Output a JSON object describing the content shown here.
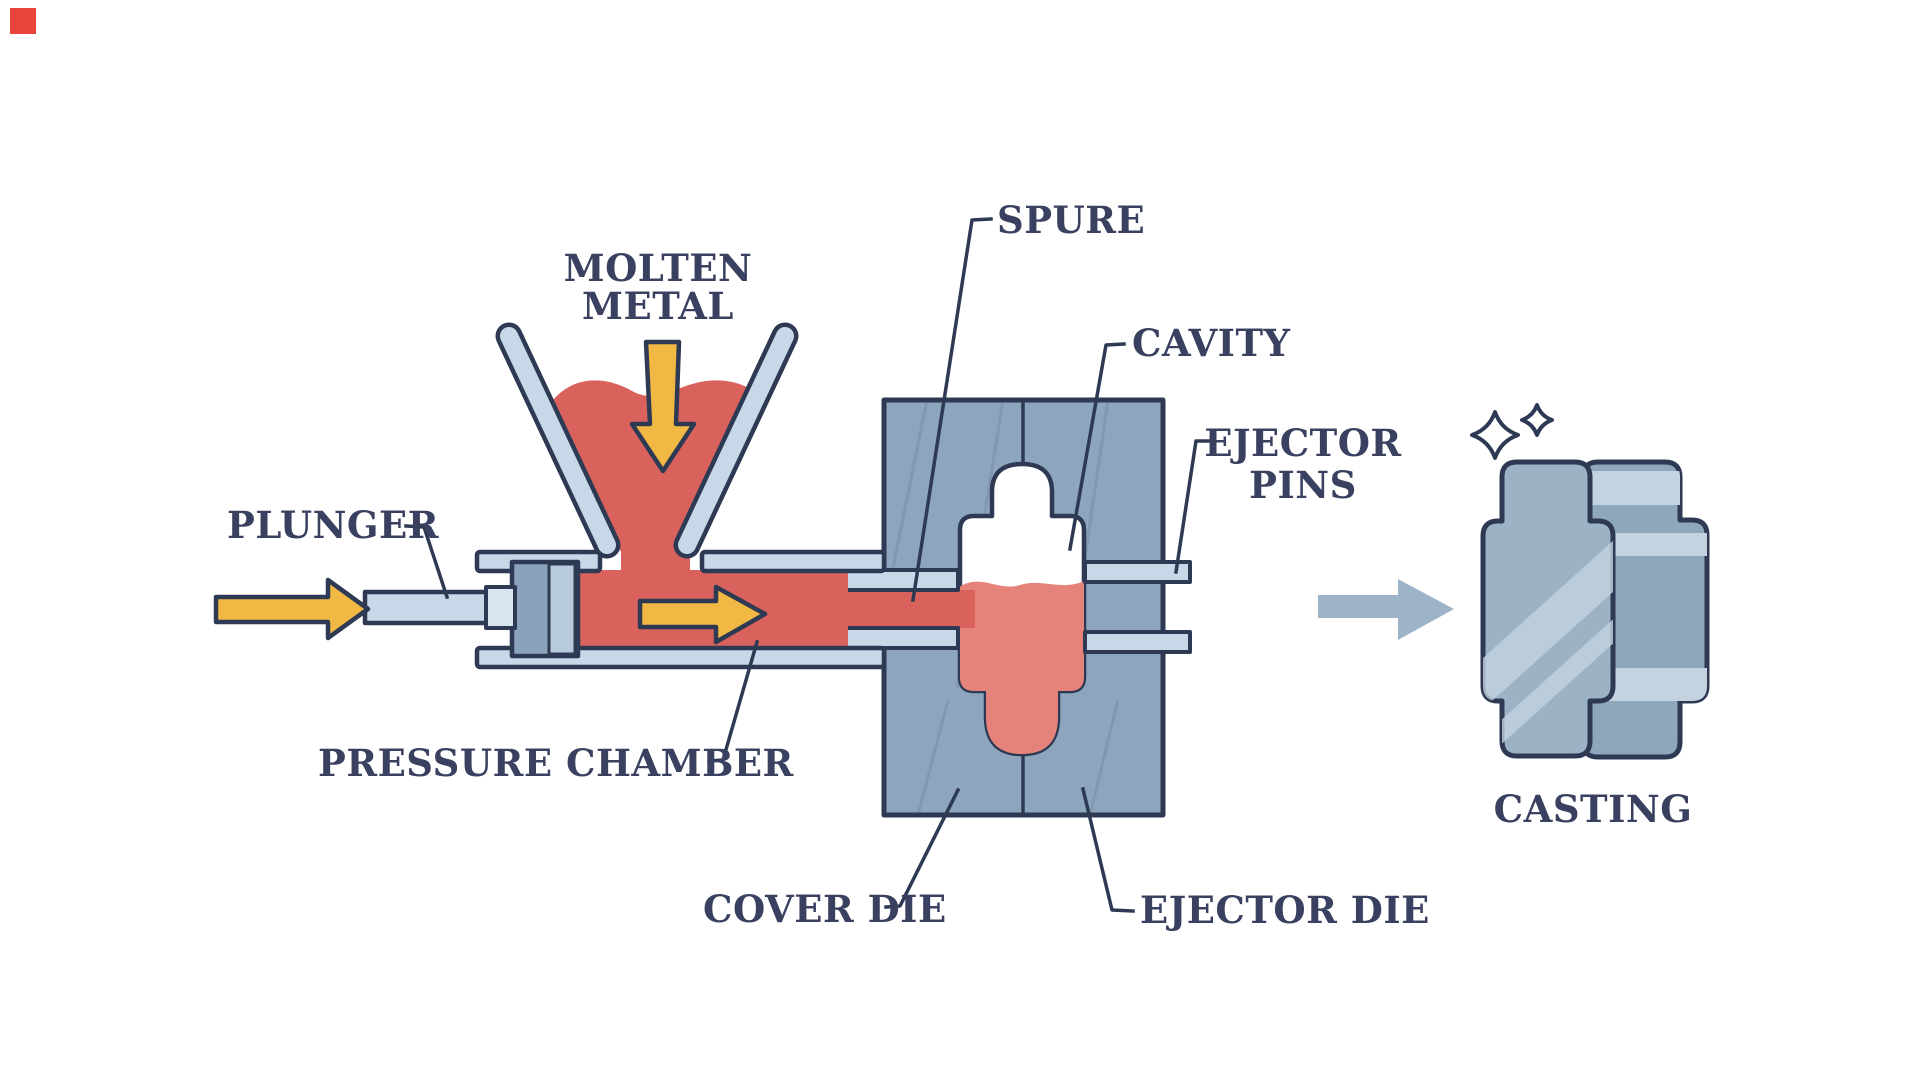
{
  "diagram": {
    "subject": "die-casting-process",
    "labels": {
      "molten_metal_line1": "MOLTEN",
      "molten_metal_line2": "METAL",
      "spure": "SPURE",
      "cavity": "CAVITY",
      "ejector_pins_line1": "EJECTOR",
      "ejector_pins_line2": "PINS",
      "plunger": "PLUNGER",
      "pressure_chamber": "PRESSURE CHAMBER",
      "cover_die": "COVER DIE",
      "ejector_die": "EJECTOR DIE",
      "casting": "CASTING"
    },
    "icons": [
      "plunger-arrow-icon",
      "molten-metal-down-arrow-icon",
      "chamber-flow-arrow-icon",
      "process-arrow-icon",
      "sparkle-icon"
    ],
    "colors": {
      "background": "#ffffff",
      "outline": "#2e3a54",
      "label_text": "#3a4060",
      "molten_metal_red": "#d9635c",
      "cavity_fill_red": "#e5837b",
      "arrow_yellow": "#f2b844",
      "steel_light": "#c7d9e8",
      "steel_xlight": "#d8e4ef",
      "steel_mid": "#8da6bd",
      "piston": "#8aa2bb",
      "piston_highlight": "#b8cbdc",
      "process_arrow": "#9cb3c8",
      "casting_front": "#9cb2c5",
      "casting_back": "#8ea7bd",
      "casting_highlight": "#c3d3df",
      "corner_mark": "#e8443a"
    }
  }
}
